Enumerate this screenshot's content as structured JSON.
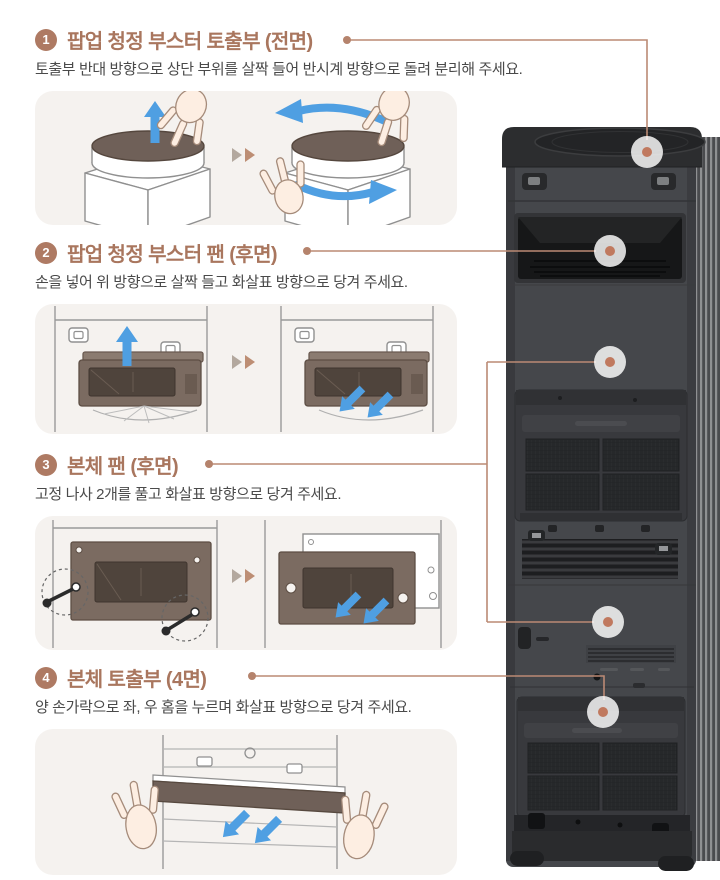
{
  "theme": {
    "accent_title": "#a9765e",
    "badge_bg": "#ae7a63",
    "badge_text": "#ffffff",
    "callout_line": "#bb8a74",
    "callout_dot": "#c0795f",
    "panel_bg": "#f5f2ef",
    "body_text": "#4a4a4a",
    "arrow_blue": "#4f9fe2",
    "illustration_part_brown": "#7b6b61",
    "product_body_gray": "#45474b"
  },
  "icons": {
    "separator": "double-chevron-right-icon",
    "callout_marker": "target-dot-icon"
  },
  "steps": [
    {
      "number": "1",
      "title": "팝업 청정 부스터 토출부 (전면)",
      "description": "토출부 반대 방향으로 상단 부위를 살짝 들어 반시계 방향으로 돌려 분리해 주세요."
    },
    {
      "number": "2",
      "title": "팝업 청정 부스터 팬 (후면)",
      "description": "손을 넣어 위 방향으로 살짝 들고 화살표 방향으로 당겨 주세요."
    },
    {
      "number": "3",
      "title": "본체 팬 (후면)",
      "description": "고정 나사 2개를 풀고 화살표 방향으로 당겨 주세요."
    },
    {
      "number": "4",
      "title": "본체 토출부 (4면)",
      "description": "양 손가락으로 좌, 우 홈을 누르며 화살표 방향으로 당겨 주세요."
    }
  ]
}
